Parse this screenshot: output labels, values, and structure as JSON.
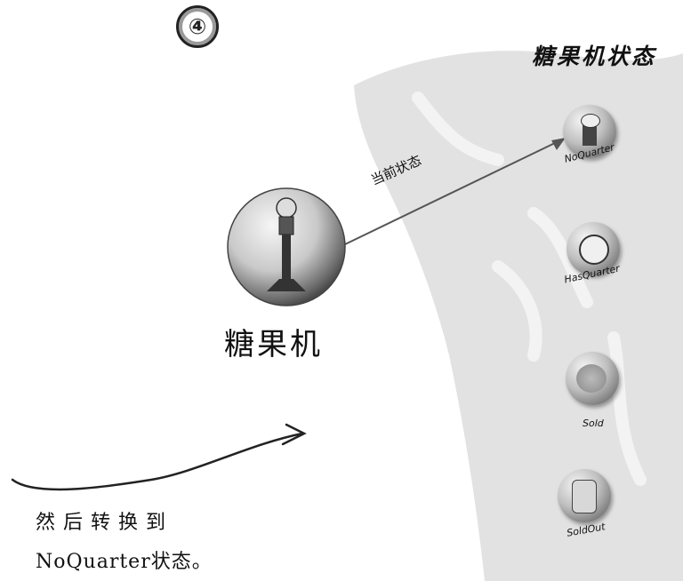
{
  "step_number": "④",
  "states_panel": {
    "title": "糖果机状态",
    "states": [
      {
        "id": "no-quarter",
        "label": "NoQuarter",
        "current": true
      },
      {
        "id": "has-quarter",
        "label": "HasQuarter",
        "current": false
      },
      {
        "id": "sold",
        "label": "Sold",
        "current": false
      },
      {
        "id": "sold-out",
        "label": "SoldOut",
        "current": false
      }
    ]
  },
  "machine": {
    "label": "糖果机"
  },
  "pointer": {
    "label": "当前状态",
    "target": "NoQuarter"
  },
  "caption": {
    "line1": "然 后 转 换 到",
    "line2": "NoQuarter状态。"
  },
  "colors": {
    "panel": "#e2e2e2",
    "ink": "#111111",
    "ball_mid": "#bfbfbf"
  }
}
